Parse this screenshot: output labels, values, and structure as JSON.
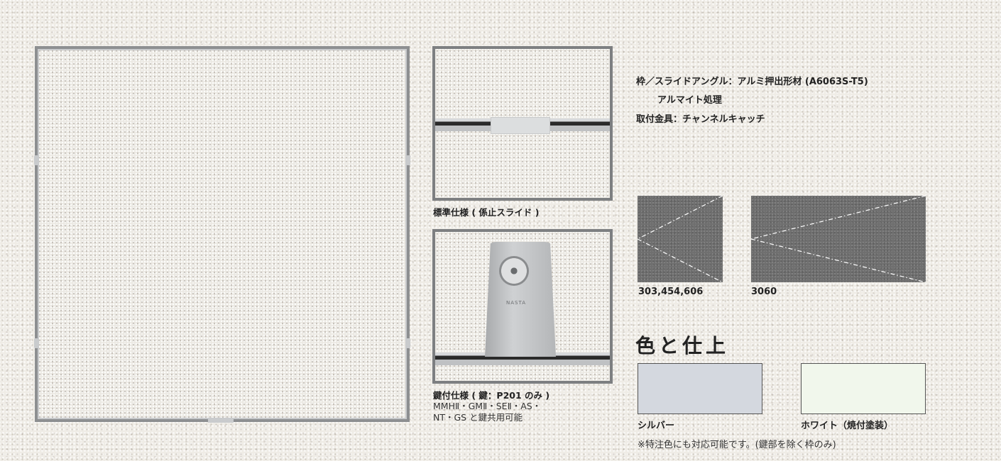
{
  "specs": {
    "line1": "枠／スライドアングル：アルミ押出形材 (A6063S-T5)",
    "line2": "アルマイト処理",
    "line3": "取付金具：チャンネルキャッチ"
  },
  "details": {
    "standard_caption": "標準仕様 ( 係止スライド )",
    "key_caption": "鍵付仕様 ( 鍵：P201 のみ )",
    "key_subcaption_1": "MMHⅡ・GMⅡ・SEⅡ・AS・",
    "key_subcaption_2": "NT・GS と鍵共用可能"
  },
  "diagrams": {
    "small_label": "303,454,606",
    "large_label": "3060"
  },
  "colors": {
    "heading": "色と仕上",
    "silver_label": "シルバー",
    "silver_hex": "#d4d8df",
    "white_label": "ホワイト（焼付塗装）",
    "white_hex": "#f1f7ec",
    "note": "※特注色にも対応可能です。(鍵部を除く枠のみ)"
  }
}
